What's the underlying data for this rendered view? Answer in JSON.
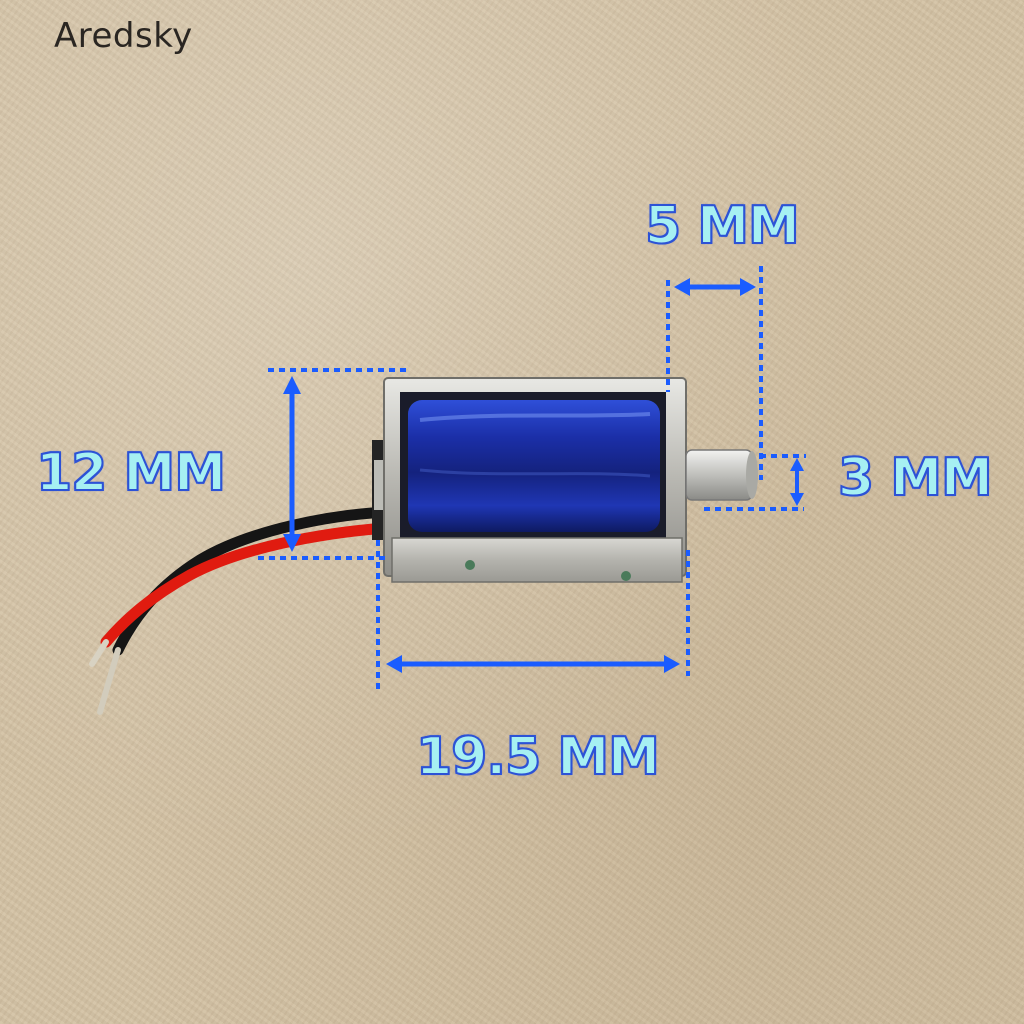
{
  "watermark": {
    "brand": "Aredsky"
  },
  "dimensions": {
    "plunger_stroke": "5 MM",
    "height": "12 MM",
    "plunger_diameter": "3 MM",
    "length": "19.5 MM"
  },
  "colors": {
    "label_fill": "#a6f0f2",
    "label_outline": "#2c52d6",
    "dimension_line": "#1a5cff",
    "coil_blue": "#1b2fa8",
    "metal_frame": "#c9c8c2",
    "wire_red": "#e01b10",
    "wire_black": "#151515"
  }
}
